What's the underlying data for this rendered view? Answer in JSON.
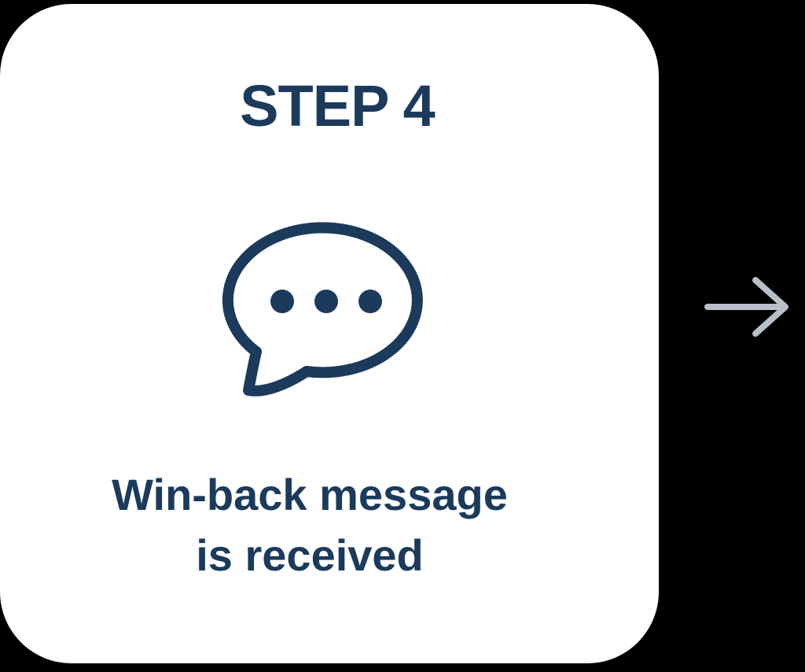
{
  "step_card": {
    "title": "STEP 4",
    "caption_line1": "Win-back message",
    "caption_line2": "is received",
    "icon": "chat-bubble-with-typing-dots"
  },
  "flow": {
    "next_indicator": "arrow-right"
  },
  "colors": {
    "navy": "#1b3a5c",
    "arrow_gray": "#b9bfc9",
    "card_bg": "#ffffff",
    "page_bg": "#000000"
  }
}
